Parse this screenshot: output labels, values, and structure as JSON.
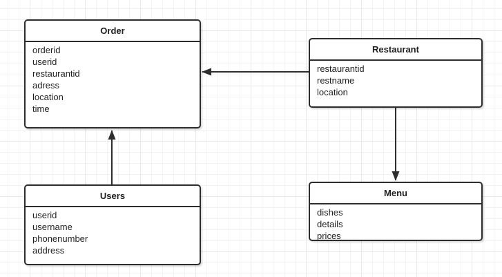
{
  "diagram": {
    "type": "entity-relationship",
    "colors": {
      "background": "#ffffff",
      "grid_minor": "#f4f4f4",
      "grid_major": "#e8e8e8",
      "shape_border": "#2d2d2d",
      "shape_fill": "#ffffff",
      "text": "#1f1f1f",
      "connector": "#2d2d2d"
    },
    "entities": {
      "order": {
        "title": "Order",
        "fields": [
          "orderid",
          "userid",
          "restaurantid",
          "adress",
          "location",
          "time"
        ]
      },
      "restaurant": {
        "title": "Restaurant",
        "fields": [
          "restaurantid",
          "restname",
          "location"
        ]
      },
      "users": {
        "title": "Users",
        "fields": [
          "userid",
          "username",
          "phonenumber",
          "address"
        ]
      },
      "menu": {
        "title": "Menu",
        "fields": [
          "dishes",
          "details",
          "prices"
        ]
      }
    },
    "connections": [
      {
        "from": "Restaurant",
        "to": "Order",
        "arrow_points_at": "Order",
        "direction": "left"
      },
      {
        "from": "Users",
        "to": "Order",
        "arrow_points_at": "Order",
        "direction": "up"
      },
      {
        "from": "Restaurant",
        "to": "Menu",
        "arrow_points_at": "Menu",
        "direction": "down"
      }
    ]
  }
}
